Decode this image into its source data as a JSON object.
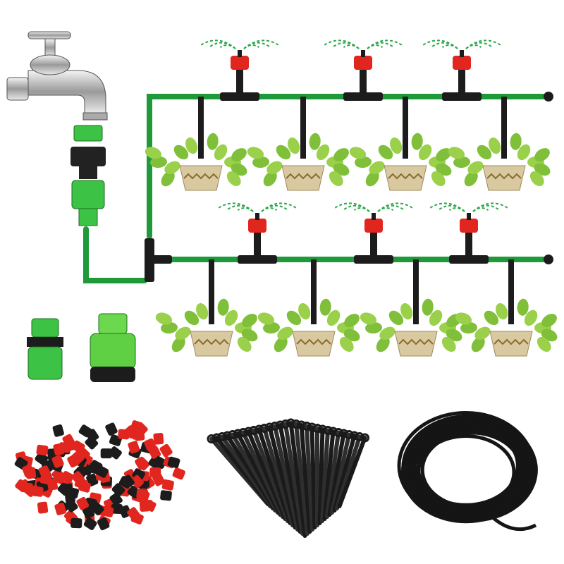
{
  "scene": {
    "subject": "drip-irrigation-kit",
    "colors": {
      "background": "#ffffff",
      "tube_green": "#1f9a3a",
      "dripper_red": "#e0261f",
      "plastic_black": "#1c1c1c",
      "faucet_silver": "#c9c9c9",
      "connector_green": "#3cc244",
      "leaf_green": "#7fbf3a",
      "pot_tan": "#d9c9a0"
    },
    "icons": [
      "faucet-icon",
      "hose-connector-icon",
      "sprinkler-icon",
      "tee-connector-icon",
      "plant-pot-icon",
      "dripper-pile-icon",
      "stake-bundle-icon",
      "tubing-coil-icon",
      "end-plug-icon"
    ],
    "counts": {
      "top_row_plants": 4,
      "bottom_row_plants": 4,
      "top_row_sprinklers": 3,
      "bottom_row_sprinklers": 3
    }
  }
}
